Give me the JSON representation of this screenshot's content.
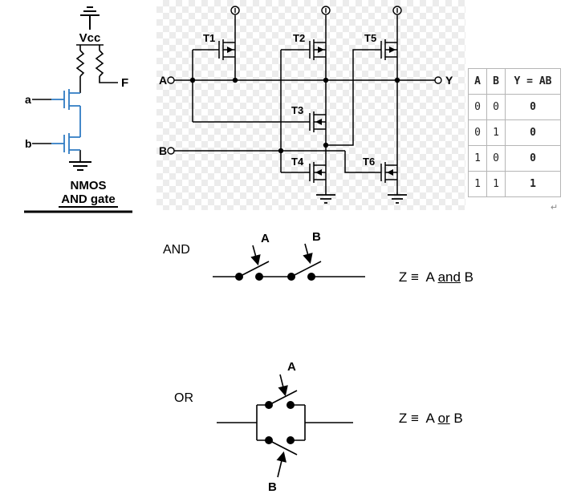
{
  "colors": {
    "transistor_blue": "#2f7bc3",
    "checker_gray": "#ececec",
    "table_border": "#b5b5b5",
    "wire_black": "#000000"
  },
  "nmos_gate": {
    "vcc": "Vcc",
    "output": "F",
    "input_a": "a",
    "input_b": "b",
    "caption_line1": "NMOS",
    "caption_line2": "AND gate"
  },
  "cmos_circuit": {
    "transistors": {
      "t1": "T1",
      "t2": "T2",
      "t3": "T3",
      "t4": "T4",
      "t5": "T5",
      "t6": "T6"
    },
    "input_a": "A",
    "input_b": "B",
    "output": "Y"
  },
  "truth_table": {
    "headers": [
      "A",
      "B",
      "Y = AB"
    ],
    "rows": [
      [
        "0",
        "0",
        "0"
      ],
      [
        "0",
        "1",
        "0"
      ],
      [
        "1",
        "0",
        "0"
      ],
      [
        "1",
        "1",
        "1"
      ]
    ]
  },
  "and_section": {
    "label": "AND",
    "switch_a_label": "A",
    "switch_b_label": "B",
    "equation": {
      "lhs": "Z ≡  A ",
      "op": "and",
      "rhs": " B"
    }
  },
  "or_section": {
    "label": "OR",
    "switch_a_label": "A",
    "switch_b_label": "B",
    "equation": {
      "lhs": "Z ≡  A ",
      "op": "or",
      "rhs": " B"
    }
  },
  "return_mark": "↵"
}
